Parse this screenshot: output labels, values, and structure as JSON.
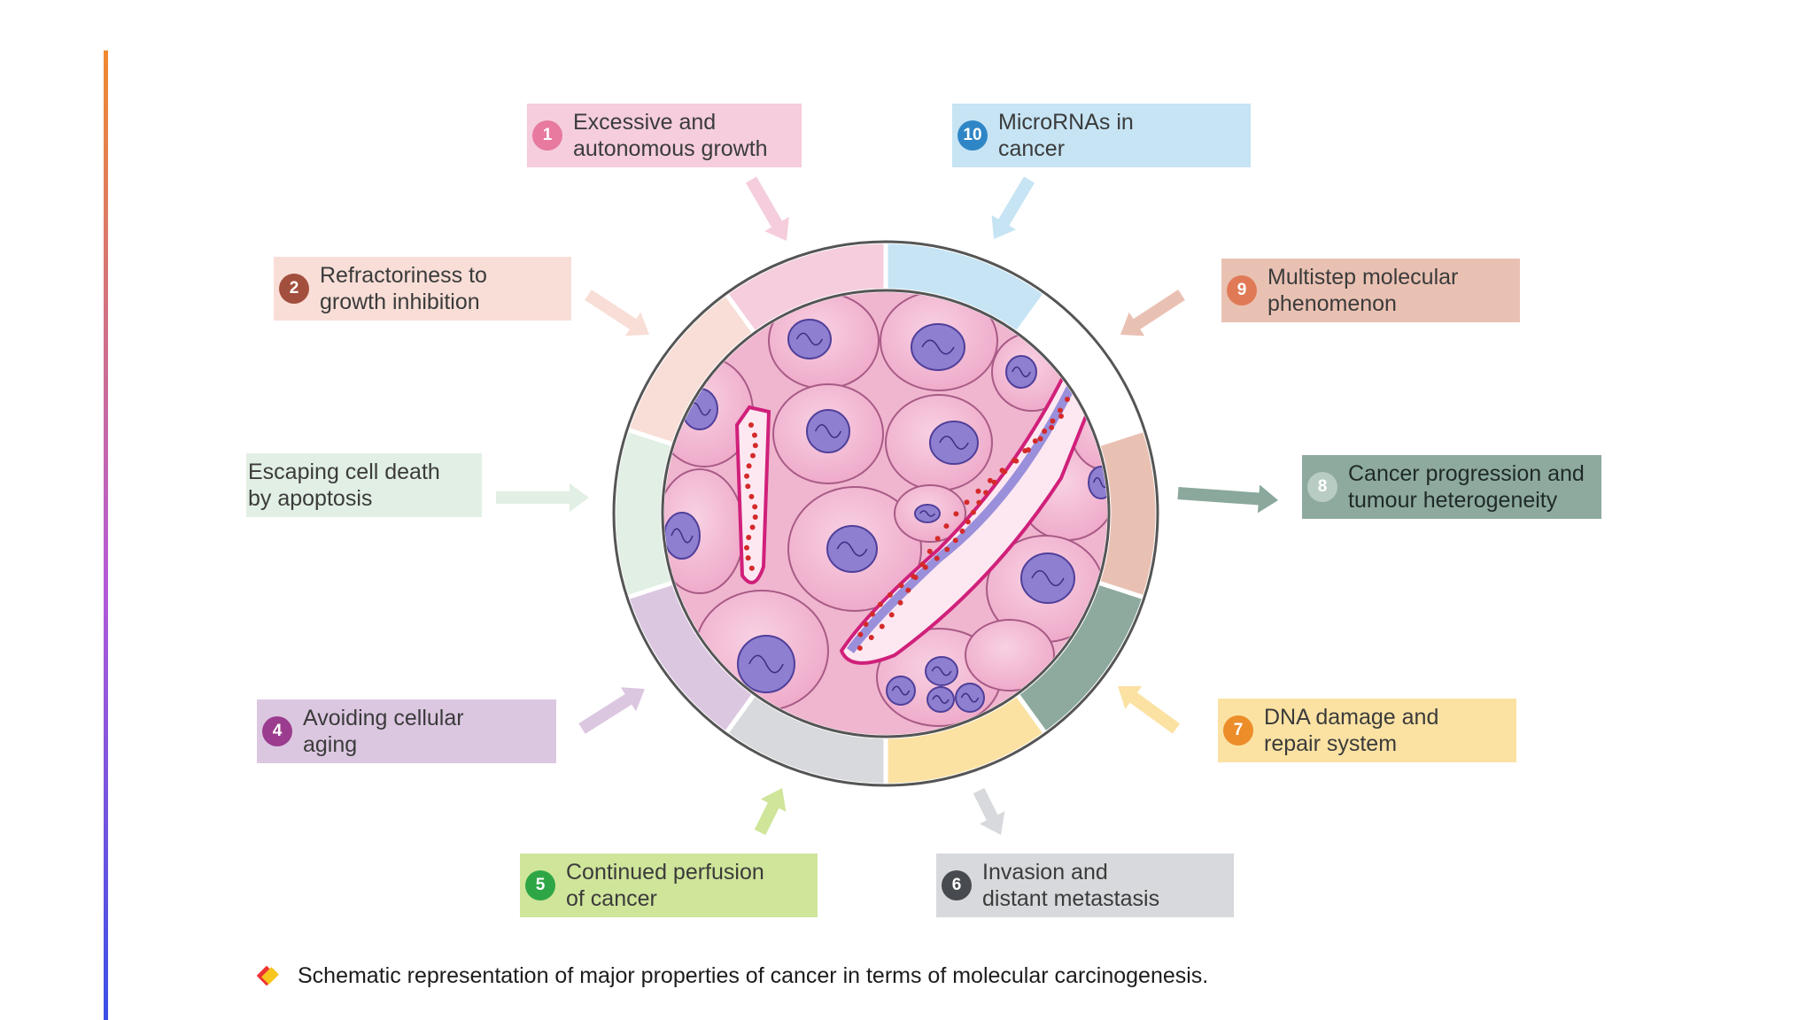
{
  "properties": [
    {
      "num": "1",
      "label": "Excessive and\nautonomous growth",
      "color": "#f5cddd",
      "badge": "#e8799f"
    },
    {
      "num": "2",
      "label": "Refractoriness to\ngrowth inhibition",
      "color": "#f8ded7",
      "badge": "#a34f3e"
    },
    {
      "num": "",
      "label": "Escaping cell death\nby apoptosis",
      "color": "#e2efe4",
      "badge": ""
    },
    {
      "num": "4",
      "label": "Avoiding cellular\naging",
      "color": "#dcc7e1",
      "badge": "#9b3c8e"
    },
    {
      "num": "5",
      "label": "Continued perfusion\nof cancer",
      "color": "#cfe59a",
      "badge": "#2ea646"
    },
    {
      "num": "6",
      "label": "Invasion and\ndistant metastasis",
      "color": "#d7d9dc",
      "badge": "#474a4f"
    },
    {
      "num": "7",
      "label": "DNA damage and\nrepair system",
      "color": "#fbe2a3",
      "badge": "#ec8d2a"
    },
    {
      "num": "8",
      "label": "Cancer progression and\ntumour heterogeneity",
      "color": "#8eaa9f",
      "badge": "#b8ccc4"
    },
    {
      "num": "9",
      "label": "Multistep molecular\nphenomenon",
      "color": "#e9c1b3",
      "badge": "#e07a56"
    },
    {
      "num": "10",
      "label": "MicroRNAs in\ncancer",
      "color": "#c6e4f4",
      "badge": "#2f86c6"
    }
  ],
  "caption": "Schematic representation of major properties of cancer in terms of molecular carcinogenesis.",
  "icons": {
    "caption_bullet": "diamond-bullet-icon"
  }
}
